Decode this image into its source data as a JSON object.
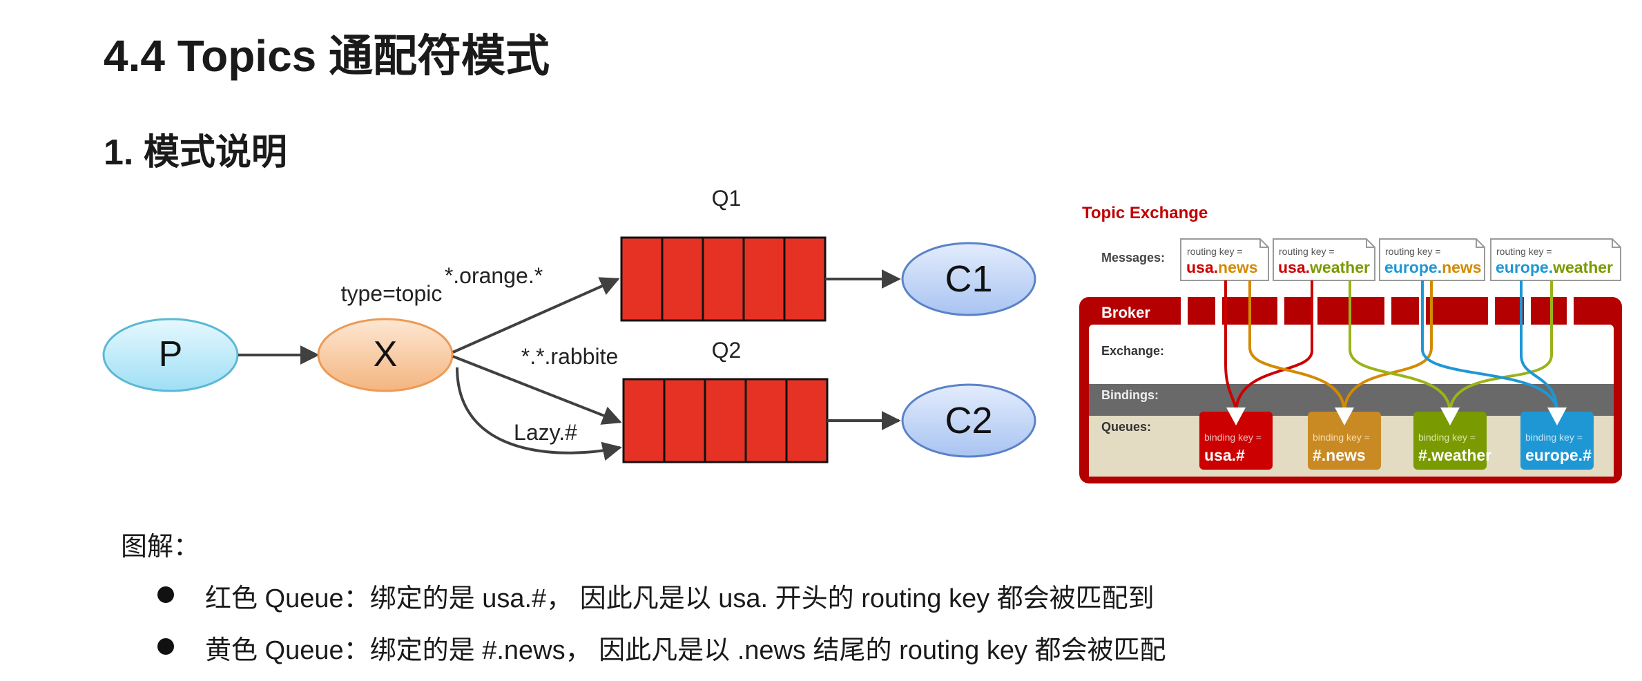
{
  "page": {
    "title": "4.4 Topics 通配符模式",
    "subtitle": "1. 模式说明"
  },
  "left_diagram": {
    "producer": "P",
    "exchange": "X",
    "exchange_type": "type=topic",
    "queue1_label": "Q1",
    "queue2_label": "Q2",
    "consumer1": "C1",
    "consumer2": "C2",
    "binding1": "*.orange.*",
    "binding2": "*.*.rabbite",
    "binding3": "Lazy.#",
    "colors": {
      "producer_fill": "#c9effb",
      "exchange_fill": "#f8cda6",
      "queue_fill": "#e63224",
      "consumer_fill": "#c3d7f7"
    }
  },
  "right_diagram": {
    "title": "Topic Exchange",
    "messages_label": "Messages:",
    "broker_label": "Broker",
    "exchange_label": "Exchange:",
    "bindings_label": "Bindings:",
    "queues_label": "Queues:",
    "routing_key_prefix": "routing key =",
    "binding_key_prefix": "binding key =",
    "messages": [
      {
        "part1": "usa",
        "sep": ".",
        "part2": "news"
      },
      {
        "part1": "usa",
        "sep": ".",
        "part2": "weather"
      },
      {
        "part1": "europe",
        "sep": ".",
        "part2": "news"
      },
      {
        "part1": "europe",
        "sep": ".",
        "part2": "weather"
      }
    ],
    "queues": [
      {
        "key": "usa.#",
        "color": "#cc0000"
      },
      {
        "key": "#.news",
        "color": "#c98a24"
      },
      {
        "key": "#.weather",
        "color": "#7a9a01"
      },
      {
        "key": "europe.#",
        "color": "#1f97d4"
      }
    ],
    "colors": {
      "broker": "#b40000",
      "usa": "#cc0000",
      "europe": "#1f97d4",
      "news": "#d38a00",
      "weather": "#7a9a01",
      "bindings_bar": "#696969",
      "queues_bg": "#e3dbc2"
    }
  },
  "notes": {
    "label": "图解：",
    "bullets": [
      "红色 Queue：绑定的是 usa.#， 因此凡是以 usa. 开头的 routing key 都会被匹配到",
      "黄色 Queue：绑定的是 #.news， 因此凡是以 .news 结尾的 routing key 都会被匹配"
    ]
  }
}
